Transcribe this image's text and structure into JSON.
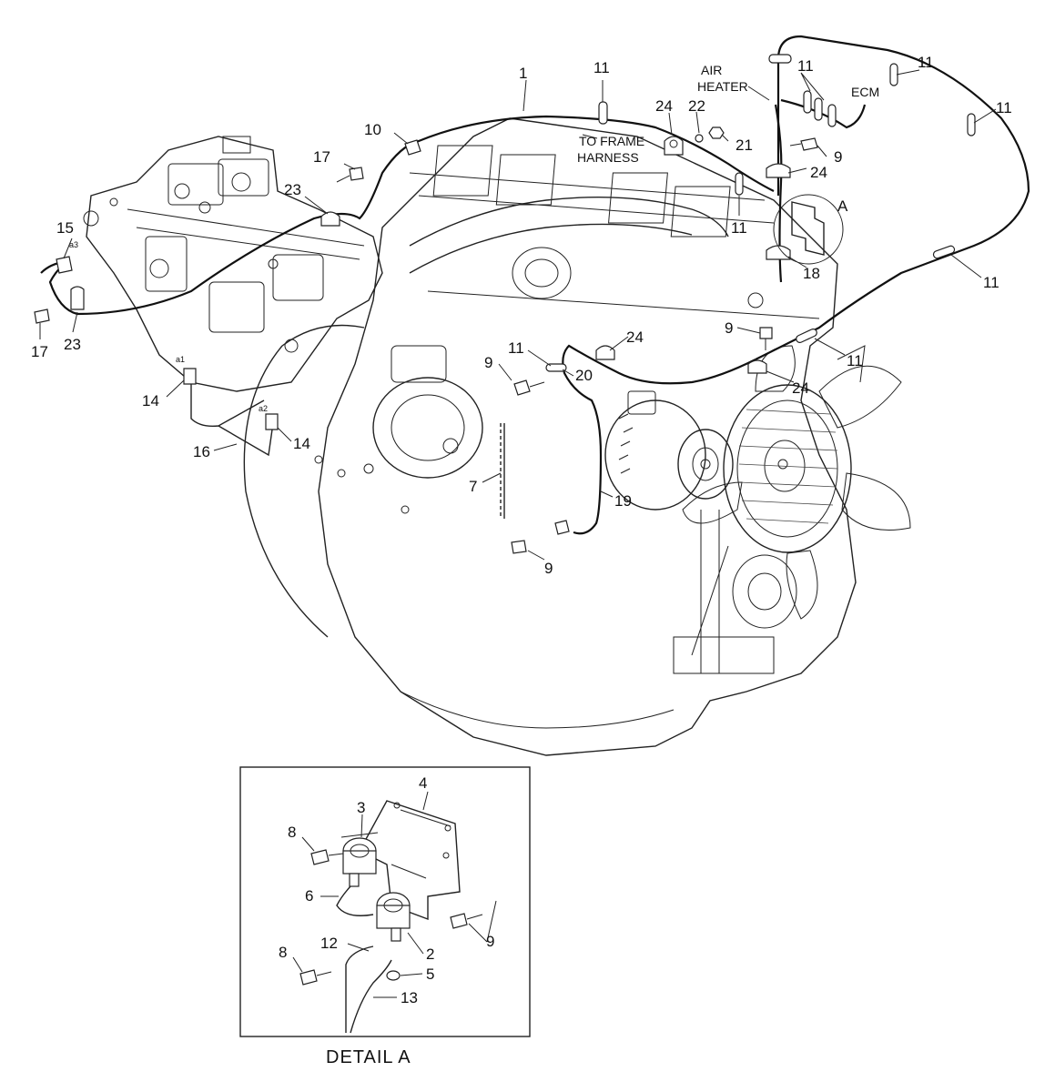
{
  "labels": {
    "p1": "1",
    "p2": "2",
    "p3": "3",
    "p4": "4",
    "p5": "5",
    "p6": "6",
    "p7": "7",
    "p8a": "8",
    "p8b": "8",
    "p9a": "9",
    "p9b": "9",
    "p9c": "9",
    "p9d": "9",
    "p9e": "9",
    "p10": "10",
    "p11a": "11",
    "p11b": "11",
    "p11c": "11",
    "p11d": "11",
    "p11e": "11",
    "p11f": "11",
    "p11g": "11",
    "p11h": "11",
    "p12": "12",
    "p13": "13",
    "p14a": "14",
    "p14b": "14",
    "p15": "15",
    "p16": "16",
    "p17a": "17",
    "p17b": "17",
    "p18": "18",
    "p19": "19",
    "p20": "20",
    "p21": "21",
    "p22": "22",
    "p23a": "23",
    "p23b": "23",
    "p24a": "24",
    "p24b": "24",
    "p24c": "24",
    "p24d": "24",
    "detailRef": "A"
  },
  "callouts": {
    "toFrame1": "TO FRAME",
    "toFrame2": "HARNESS",
    "airHeater1": "AIR",
    "airHeater2": "HEATER",
    "ecm": "ECM"
  },
  "portMarks": {
    "a1": "a1",
    "a2": "a2",
    "a3": "a3"
  },
  "detail": {
    "title": "DETAIL  A"
  }
}
